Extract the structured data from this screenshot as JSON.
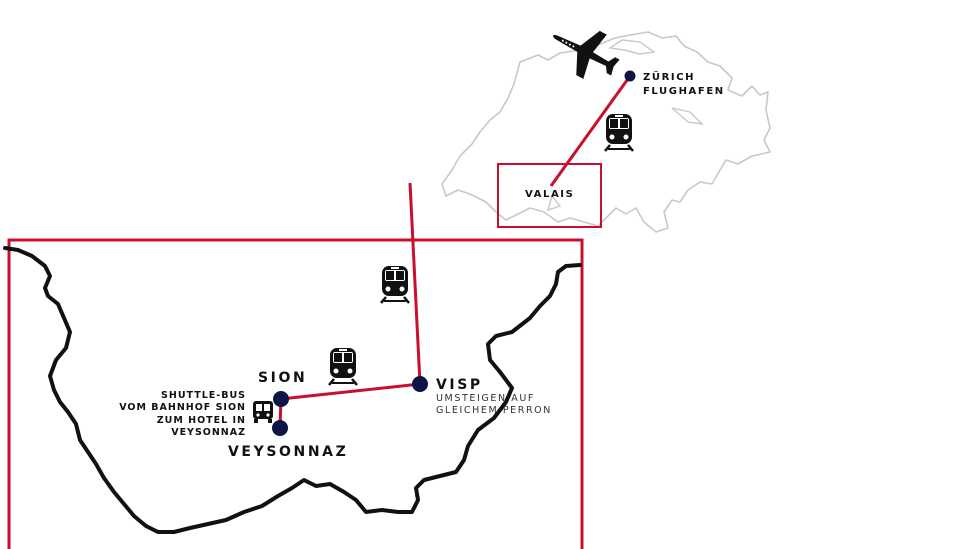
{
  "colors": {
    "route": "#c8102e",
    "station": "#0d1446",
    "outline": "#c8c8c8",
    "border": "#111111"
  },
  "icons": [
    "airplane-icon",
    "train-icon",
    "bus-icon"
  ],
  "overview": {
    "zurich_line1": "ZÜRICH",
    "zurich_line2": "FLUGHAFEN",
    "region": "VALAIS"
  },
  "detail": {
    "sion": "SION",
    "visp": "VISP",
    "visp_note_line1": "UMSTEIGEN AUF",
    "visp_note_line2": "GLEICHEM PERRON",
    "veysonnaz": "VEYSONNAZ",
    "shuttle_lines": [
      "SHUTTLE-BUS",
      "VOM BAHNHOF SION",
      "ZUM HOTEL IN",
      "VEYSONNAZ"
    ]
  }
}
